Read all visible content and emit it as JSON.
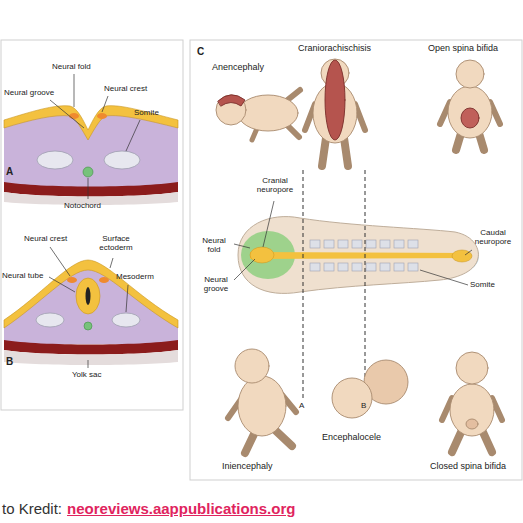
{
  "diagram": {
    "labels": [
      "A",
      "Neural fold",
      "Neural groove",
      "Neural crest",
      "Somite",
      "Notochord",
      "B",
      "Neural crest",
      "Surface ectoderm",
      "Neural tube",
      "Mesoderm",
      "Yolk sac",
      "C",
      "Anencephaly",
      "Craniorachischisis",
      "Open spina bifida",
      "Cranial neuropore",
      "Neural fold",
      "Neural groove",
      "Caudal neuropore",
      "Somite",
      "A",
      "B",
      "Iniencephaly",
      "Encephalocele",
      "Closed spina bifida",
      "to Kredit:",
      "neoreviews.aappublications.org"
    ]
  }
}
